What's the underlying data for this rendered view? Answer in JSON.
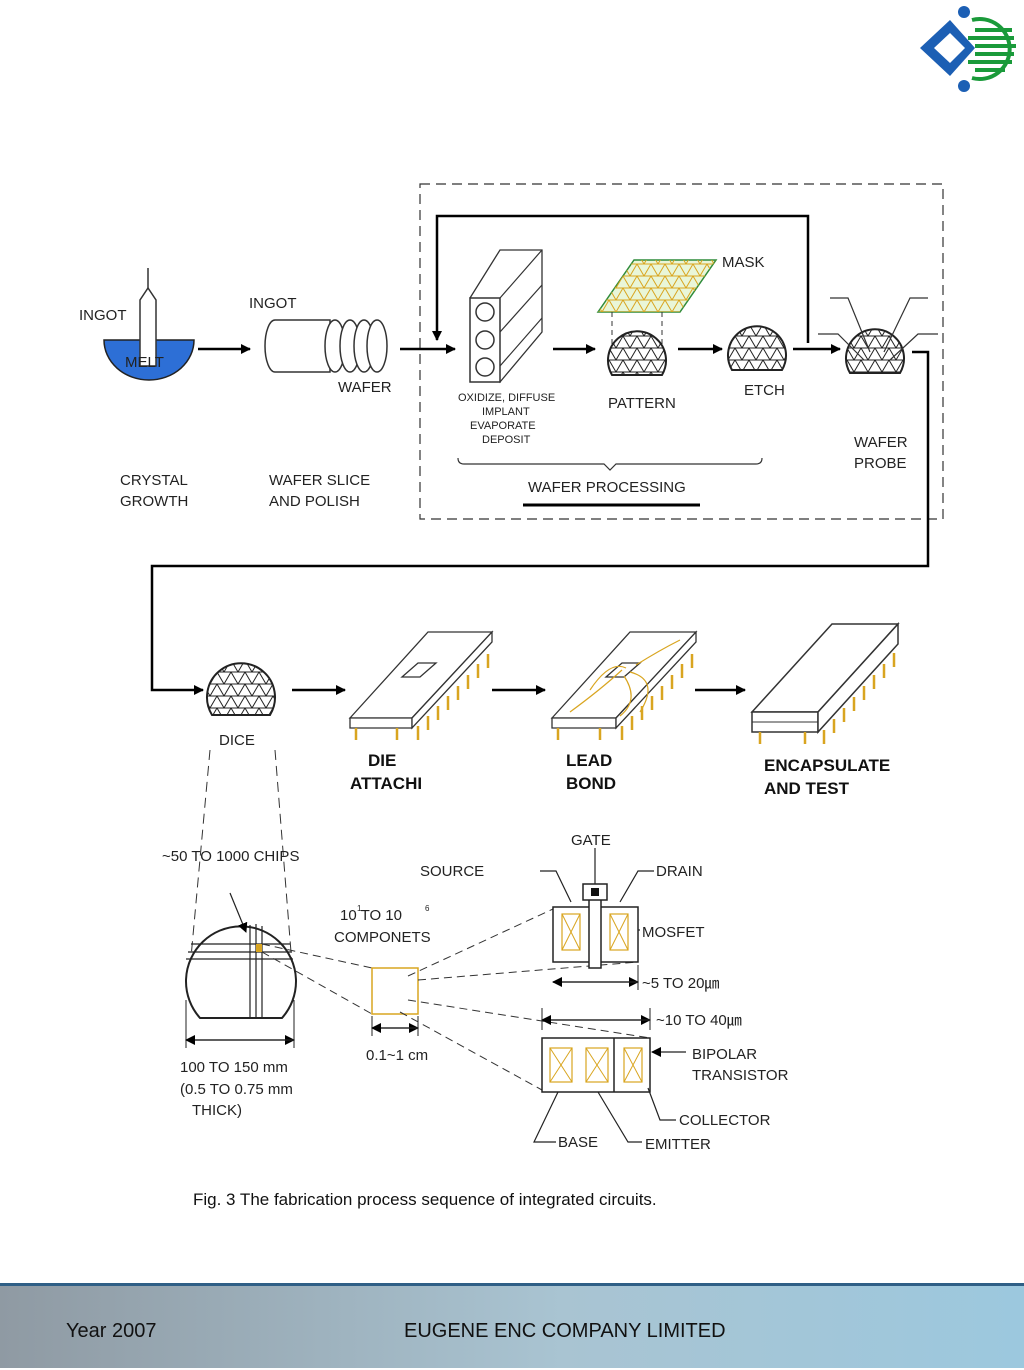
{
  "logo": {
    "name": "company-logo",
    "colors": {
      "blue": "#1c5fb4",
      "green": "#1a9a3a"
    }
  },
  "diagram": {
    "stages": {
      "crystal_growth": {
        "ingot_label": "INGOT",
        "melt_label": "MELT",
        "caption_line1": "CRYSTAL",
        "caption_line2": "GROWTH"
      },
      "wafer_slice": {
        "ingot_label": "INGOT",
        "wafer_label": "WAFER",
        "caption_line1": "WAFER SLICE",
        "caption_line2": "AND    POLISH"
      },
      "wafer_processing": {
        "oxidize_lines": [
          "OXIDIZE, DIFFUSE",
          "IMPLANT",
          "EVAPORATE",
          "DEPOSIT"
        ],
        "mask_label": "MASK",
        "pattern_label": "PATTERN",
        "etch_label": "ETCH",
        "group_label": "WAFER PROCESSING"
      },
      "wafer_probe": {
        "line1": "WAFER",
        "line2": "PROBE"
      },
      "dice": {
        "label": "DICE"
      },
      "die_attach": {
        "line1": "DIE",
        "line2": "ATTACHI"
      },
      "lead_bond": {
        "line1": "LEAD",
        "line2": "BOND"
      },
      "encapsulate": {
        "line1": "ENCAPSULATE",
        "line2": "AND TEST"
      }
    },
    "detail": {
      "chips_label": "~50 TO 1000 CHIPS",
      "wafer_dim_lines": [
        "100 TO 150 mm",
        "(0.5 TO 0.75 mm",
        "THICK)"
      ],
      "components_line1": "10  TO  10",
      "components_exp1": "1",
      "components_exp2": "6",
      "components_line2": "COMPONETS",
      "chip_size": "0.1~1 cm",
      "mosfet": {
        "gate": "GATE",
        "source": "SOURCE",
        "drain": "DRAIN",
        "name": "MOSFET",
        "size": "~5 TO 20㎛"
      },
      "bipolar": {
        "size": "~10 TO 40㎛",
        "name_line1": "BIPOLAR",
        "name_line2": "TRANSISTOR",
        "collector": "COLLECTOR",
        "base": "BASE",
        "emitter": "EMITTER"
      }
    },
    "caption": "Fig. 3 The  fabrication  process  sequence  of  integrated  circuits."
  },
  "footer": {
    "left": "Year 2007",
    "center": "EUGENE ENC COMPANY LIMITED"
  },
  "colors": {
    "accent_gold": "#d9a520",
    "melt_blue": "#2d6fd6",
    "footer_border": "#2f5f86"
  }
}
